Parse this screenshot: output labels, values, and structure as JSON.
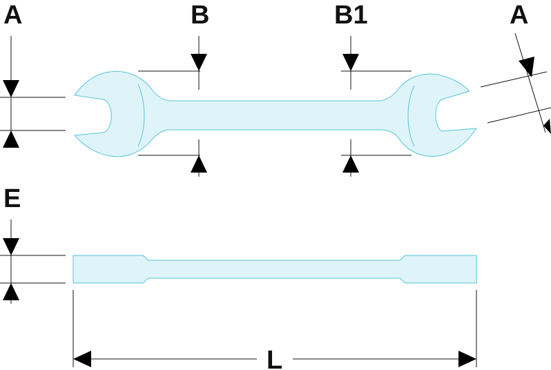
{
  "labels": {
    "a_left": "A",
    "b": "B",
    "b1": "B1",
    "a_right": "A",
    "e": "E",
    "l": "L"
  },
  "colors": {
    "wrench_fill": "#dff4f9",
    "wrench_stroke": "#55c4d8",
    "line": "#111111",
    "arrow": "#000000"
  }
}
